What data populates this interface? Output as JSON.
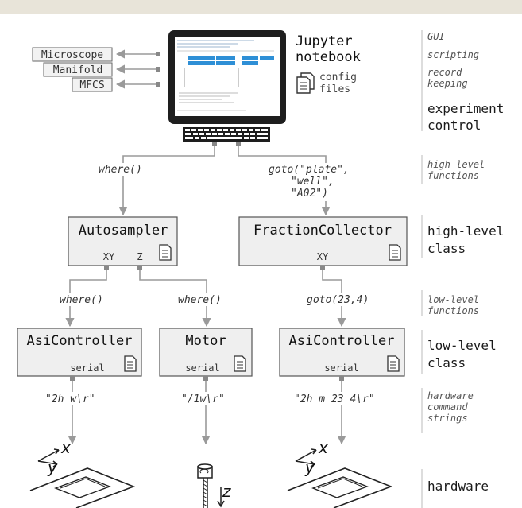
{
  "left_labels": [
    "Microscope",
    "Manifold",
    "MFCS"
  ],
  "jupyter": {
    "line1": "Jupyter",
    "line2": "notebook"
  },
  "config_files": {
    "line1": "config",
    "line2": "files"
  },
  "right_column": {
    "gui": "GUI",
    "scripting": "scripting",
    "record_keeping_1": "record",
    "record_keeping_2": "keeping",
    "experiment_control_1": "experiment",
    "experiment_control_2": "control",
    "high_level_functions_1": "high-level",
    "high_level_functions_2": "functions",
    "high_level_class_1": "high-level",
    "high_level_class_2": "class",
    "low_level_functions_1": "low-level",
    "low_level_functions_2": "functions",
    "low_level_class_1": "low-level",
    "low_level_class_2": "class",
    "hardware_cmd_1": "hardware",
    "hardware_cmd_2": "command",
    "hardware_cmd_3": "strings",
    "hardware": "hardware"
  },
  "high_level_calls": {
    "where": "where()",
    "goto_1": "goto(\"plate\",",
    "goto_2": "\"well\",",
    "goto_3": "\"A02\")"
  },
  "high_level_boxes": {
    "autosampler": {
      "title": "Autosampler",
      "port_xy": "XY",
      "port_z": "Z"
    },
    "fraction_collector": {
      "title": "FractionCollector",
      "port_xy": "XY"
    }
  },
  "low_level_calls": {
    "where_left": "where()",
    "where_mid": "where()",
    "goto": "goto(23,4)"
  },
  "low_level_boxes": {
    "asi_left": {
      "title": "AsiController",
      "port": "serial"
    },
    "motor": {
      "title": "Motor",
      "port": "serial"
    },
    "asi_right": {
      "title": "AsiController",
      "port": "serial"
    }
  },
  "commands": {
    "left": "\"2h w\\r\"",
    "mid": "\"/1w\\r\"",
    "right": "\"2h m 23 4\\r\""
  },
  "hardware_axes": {
    "x": "x",
    "y": "y",
    "z": "z"
  },
  "colors": {
    "top_bar": "#e8e4d9",
    "box_fill": "#efefef",
    "box_stroke": "#555555",
    "line": "#9a9a9a",
    "screen_blue": "#2e8fd6",
    "laptop_dark": "#1e1e1e"
  }
}
